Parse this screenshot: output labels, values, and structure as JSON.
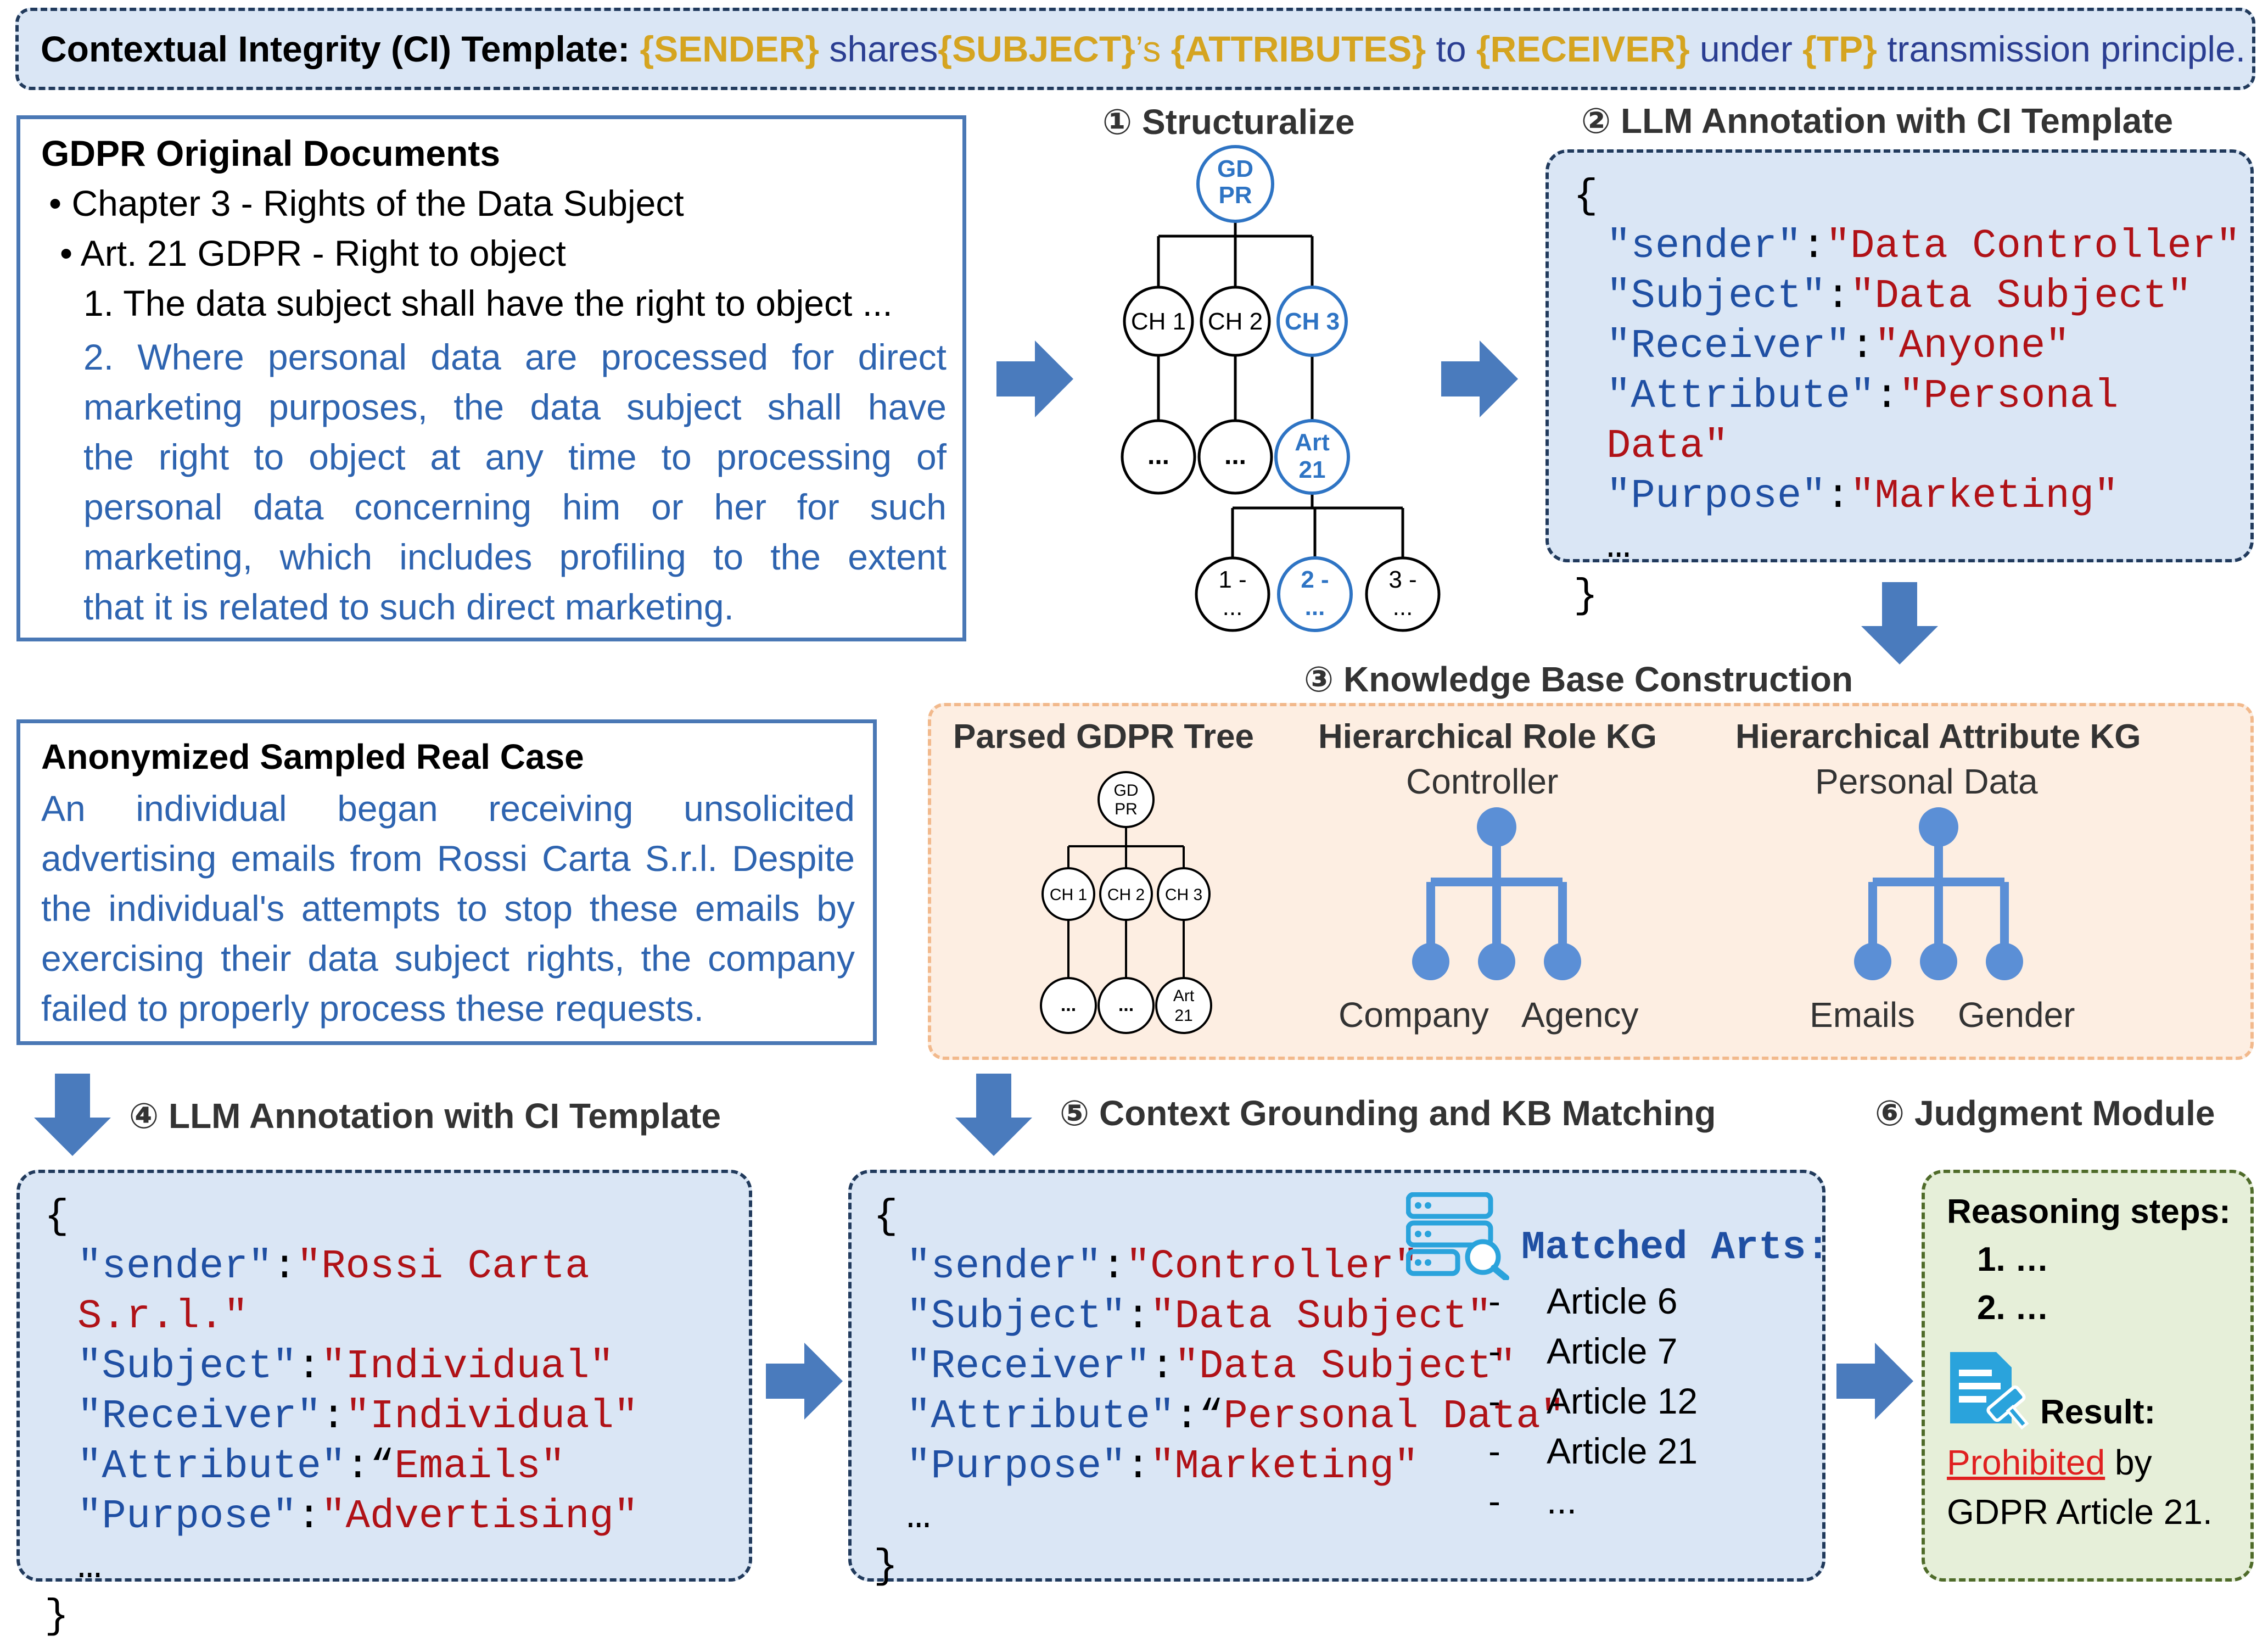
{
  "ci_template": {
    "prefix": "Contextual Integrity (CI) Template:",
    "sender": "{SENDER}",
    "t1": "shares",
    "subject": "{SUBJECT}",
    "t2": "’s",
    "attributes": "{ATTRIBUTES}",
    "t3": "to",
    "receiver": "{RECEIVER}",
    "t4": "under",
    "tp": "{TP}",
    "t5": "transmission principle."
  },
  "gdpr_docs": {
    "title": "GDPR Original Documents",
    "chapter": "• Chapter 3 - Rights of the Data Subject",
    "article": "• Art. 21 GDPR - Right to object",
    "point1": "1. The data subject shall have the right to object ...",
    "point2_lines": [
      "2. Where personal data are processed for direct",
      "marketing purposes, the data subject shall have",
      "the right to object at any time to processing of",
      "personal data concerning him or her for such",
      "marketing, which includes profiling to the extent",
      "that it is related to such direct marketing."
    ]
  },
  "steps": {
    "s1": "① Structuralize",
    "s2": "② LLM Annotation with CI Template",
    "s3": "③ Knowledge Base Construction",
    "s4": "④ LLM Annotation with CI Template",
    "s5": "⑤ Context Grounding and KB Matching",
    "s6": "⑥ Judgment Module"
  },
  "tree": {
    "root": "GD PR",
    "ch1": "CH 1",
    "ch2": "CH 2",
    "ch3": "CH 3",
    "ellipsis": "...",
    "art": "Art 21",
    "p1": "1 - ...",
    "p2": "2 - ...",
    "p3": "3 - ..."
  },
  "annotation_top": {
    "open": "{",
    "rows": [
      {
        "key": "\"sender\"",
        "sep": ":",
        "val": "\"Data Controller\""
      },
      {
        "key": "\"Subject\"",
        "sep": ":",
        "val": "\"Data Subject\""
      },
      {
        "key": "\"Receiver\"",
        "sep": ":",
        "val": "\"Anyone\""
      },
      {
        "key": "\"Attribute\"",
        "sep": ":",
        "val": "\"Personal Data\""
      },
      {
        "key": "\"Purpose\"",
        "sep": ":",
        "val": "\"Marketing\""
      }
    ],
    "ellipsis": "…",
    "close": "}"
  },
  "kb": {
    "tree_title": "Parsed GDPR Tree",
    "role_title": "Hierarchical Role KG",
    "role_root": "Controller",
    "role_leaf1": "Company",
    "role_leaf2": "Agency",
    "attr_title": "Hierarchical Attribute KG",
    "attr_root": "Personal Data",
    "attr_leaf1": "Emails",
    "attr_leaf2": "Gender",
    "colors": {
      "kg": "#5b8fd6",
      "bg": "#fdeee2",
      "border": "#f2b98c"
    }
  },
  "real_case": {
    "title": "Anonymized Sampled Real Case",
    "lines": [
      "An individual began receiving unsolicited",
      "advertising emails from Rossi Carta S.r.l. Despite",
      "the individual's attempts to stop these emails by",
      "exercising their data subject rights, the company",
      "failed to properly process these requests."
    ]
  },
  "annotation_case": {
    "open": "{",
    "rows": [
      {
        "key": "\"sender\"",
        "sep": ":",
        "val": "\"Rossi Carta S.r.l.\""
      },
      {
        "key": "\"Subject\"",
        "sep": ":",
        "val": "\"Individual\""
      },
      {
        "key": "\"Receiver\"",
        "sep": ":",
        "val": "\"Individual\""
      },
      {
        "key": "\"Attribute\"",
        "sep": ":“",
        "val": "Emails\""
      },
      {
        "key": "\"Purpose\"",
        "sep": ":",
        "val": "\"Advertising\""
      }
    ],
    "ellipsis": "…",
    "close": "}"
  },
  "grounding": {
    "open": "{",
    "rows": [
      {
        "key": "\"sender\"",
        "sep": ":",
        "val": "\"Controller\""
      },
      {
        "key": "\"Subject\"",
        "sep": ":",
        "val": "\"Data Subject\""
      },
      {
        "key": "\"Receiver\"",
        "sep": ":",
        "val": "\"Data Subject\""
      },
      {
        "key": "\"Attribute\"",
        "sep": ":“",
        "val": "Personal Data\""
      },
      {
        "key": "\"Purpose\"",
        "sep": ":",
        "val": "\"Marketing\""
      }
    ],
    "ellipsis": "…",
    "close": "}",
    "matched_title": "Matched Arts:",
    "articles": [
      "Article 6",
      "Article 7",
      "Article 12",
      "Article 21",
      "..."
    ],
    "dash": "-"
  },
  "judgment": {
    "steps_title": "Reasoning steps:",
    "step1": "1. …",
    "step2": "2. …",
    "result_label": "Result:",
    "result_word": "Prohibited",
    "result_rest1": "by",
    "result_rest2": "GDPR Article 21.",
    "colors": {
      "bg": "#e6efd9",
      "border": "#4f6b2a",
      "alert": "#e02020"
    }
  }
}
